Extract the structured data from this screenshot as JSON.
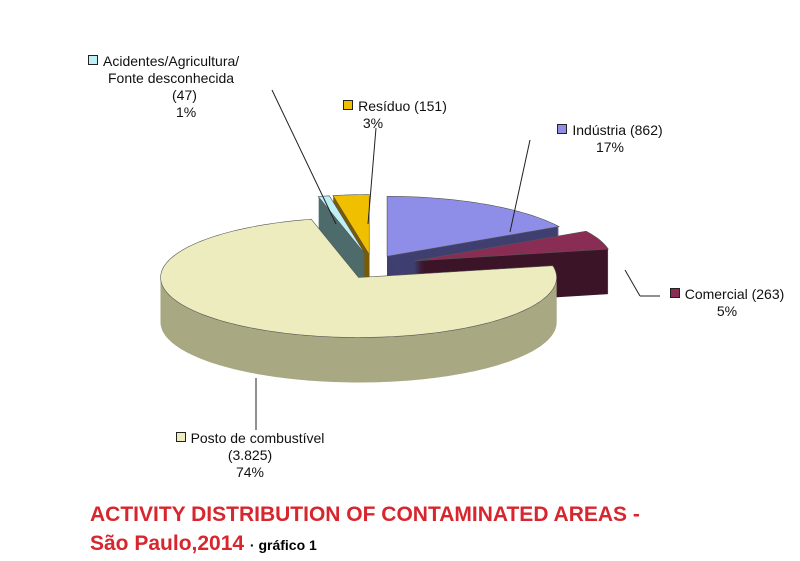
{
  "chart_data": {
    "type": "pie",
    "title": "ACTIVITY DISTRIBUTION OF CONTAMINATED AREAS -",
    "title_line2": "São Paulo,2014",
    "caption": "· gráfico 1",
    "slices": [
      {
        "name": "Indústria",
        "count_label": "(862)",
        "value": 862,
        "percent": "17%",
        "color": "#8e8ee8",
        "side": "#3f3f70"
      },
      {
        "name": "Comercial",
        "count_label": "(263)",
        "value": 263,
        "percent": "5%",
        "color": "#8a2d55",
        "side": "#3c1428"
      },
      {
        "name": "Posto de combustível",
        "count_label": "(3.825)",
        "value": 3825,
        "percent": "74%",
        "color": "#ececbe",
        "side": "#a8a883"
      },
      {
        "name": "Acidentes/Agricultura/ Fonte desconhecida",
        "name_line1": "Acidentes/Agricultura/",
        "name_line2": "Fonte desconhecida",
        "count_label": "(47)",
        "value": 47,
        "percent": "1%",
        "color": "#bfeef5",
        "side": "#4d6b6b"
      },
      {
        "name": "Resíduo",
        "count_label": "(151)",
        "value": 151,
        "percent": "3%",
        "color": "#f0c000",
        "side": "#7a5a00"
      }
    ]
  }
}
